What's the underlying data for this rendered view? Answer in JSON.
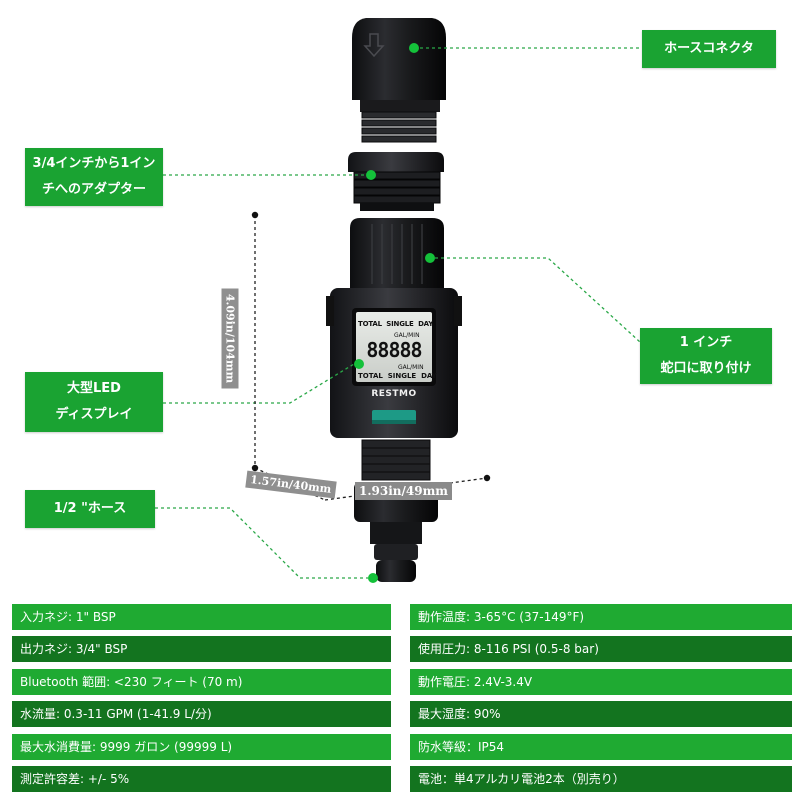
{
  "callouts": {
    "hose_connector": "ホースコネクタ",
    "adapter_line1": "3/4インチから1イン",
    "adapter_line2": "チへのアダプター",
    "faucet_line1": "1 インチ",
    "faucet_line2": "蛇口に取り付け",
    "display_line1": "大型LED",
    "display_line2": "ディスプレイ",
    "half_hose": "1/2 \"ホース"
  },
  "dimensions": {
    "height": "4.09in/104mm",
    "depth": "1.57in/40mm",
    "width": "1.93in/49mm"
  },
  "device": {
    "brand": "RESTMO",
    "lcd_top": "TOTAL  SINGLE  DAY",
    "lcd_unit_top": "GAL/MIN",
    "lcd_digits": "88888",
    "lcd_unit_bottom": "GAL/MIN",
    "lcd_bottom": "TOTAL  SINGLE  DAY"
  },
  "specs": {
    "left": [
      "入力ネジ: 1\" BSP",
      "出力ネジ: 3/4\" BSP",
      "Bluetooth 範囲: <230 フィート (70 m)",
      "水流量: 0.3-11 GPM (1-41.9 L/分)",
      "最大水消費量: 9999 ガロン (99999 L)",
      "測定許容差: +/- 5%"
    ],
    "right": [
      "動作温度: 3-65°C (37-149°F)",
      "使用圧力: 8-116 PSI (0.5-8 bar)",
      "動作電圧: 2.4V-3.4V",
      "最大湿度: 90%",
      "防水等級：IP54",
      "電池：単4アルカリ電池2本（別売り）"
    ]
  },
  "colors": {
    "label_green": "#1aa332",
    "row_light": "#1faa32",
    "row_dark": "#13741f",
    "dot_green": "#14c13a",
    "device_black": "#1b1c1e"
  }
}
